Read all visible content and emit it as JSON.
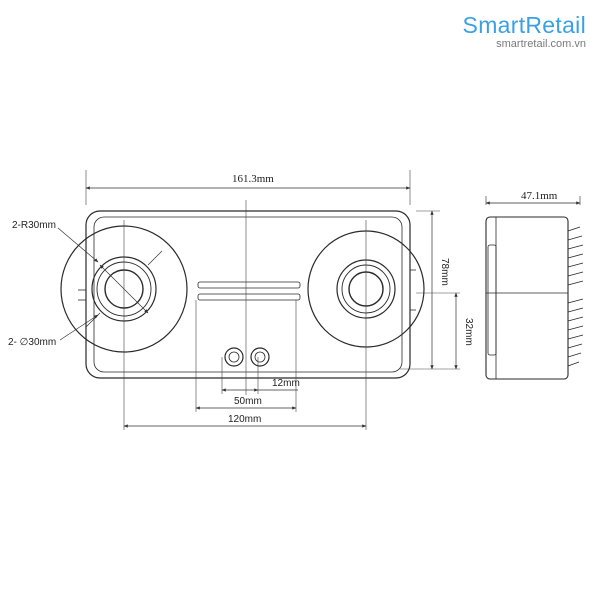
{
  "brand": {
    "name": "SmartRetail",
    "url": "smartretail.com.vn"
  },
  "dimensions": {
    "overall_width": "161.3mm",
    "radius": "2-R30mm",
    "diameter": "2- ∅30mm",
    "height": "78mm",
    "height_lower": "32mm",
    "gap_50": "50mm",
    "gap_12": "12mm",
    "spacing_120": "120mm",
    "depth": "47.1mm"
  },
  "colors": {
    "line": "#2a2a2a",
    "dim": "#3a3a3a",
    "brand": "#3aa0e6"
  }
}
